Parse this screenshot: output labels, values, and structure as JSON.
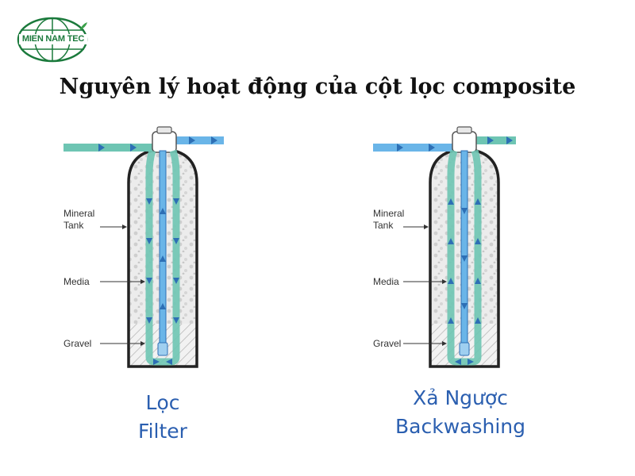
{
  "logo": {
    "text": "MIEN NAM TEC"
  },
  "title": "Nguyên lý hoạt động của cột lọc composite",
  "left_panel": {
    "labels": {
      "mineral_tank": [
        "Mineral",
        "Tank"
      ],
      "media": "Media",
      "gravel": "Gravel"
    },
    "caption": [
      "Lọc",
      "Filter"
    ]
  },
  "right_panel": {
    "labels": {
      "mineral_tank": [
        "Mineral",
        "Tank"
      ],
      "media": "Media",
      "gravel": "Gravel"
    },
    "caption": [
      "Xả Ngược",
      "Backwashing"
    ]
  },
  "colors": {
    "raw_water": "#6ec5b3",
    "clean_water": "#6ab5e8",
    "tank_outline": "#222222",
    "caption": "#2b5fb0",
    "logo": "#1b7a3c"
  }
}
